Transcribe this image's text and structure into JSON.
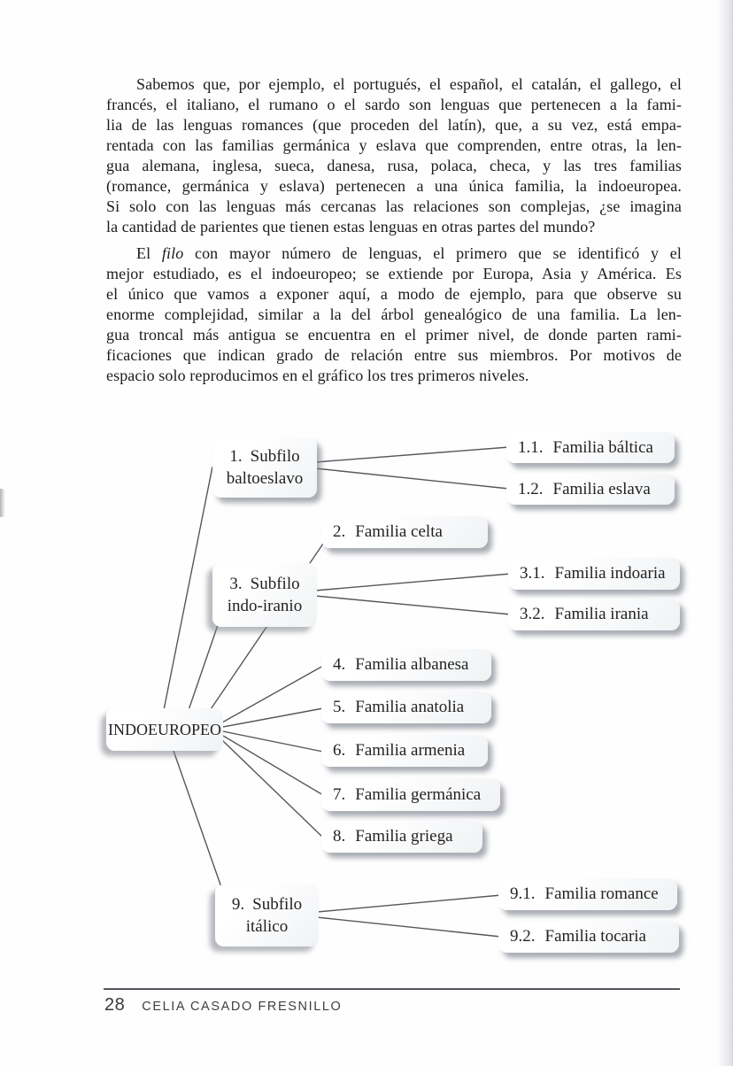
{
  "page": {
    "paragraph1_lines": [
      "Sabemos que, por ejemplo, el portugués, el español, el catalán, el gallego, el",
      "francés, el italiano, el rumano o el sardo son lenguas que pertenecen a la fami-",
      "lia de las lenguas romances (que proceden del latín), que, a su vez, está empa-",
      "rentada con las familias germánica y eslava que comprenden, entre otras, la len-",
      "gua alemana, inglesa, sueca, danesa, rusa, polaca, checa, y las tres familias",
      "(romance, germánica y eslava) pertenecen a una única familia, la indoeuropea.",
      "Si solo con las lenguas más cercanas las relaciones son complejas, ¿se imagina",
      "la cantidad de parientes que tienen estas lenguas en otras partes del mundo?"
    ],
    "paragraph2_first_line": {
      "pre": "El ",
      "italic": "filo",
      "post": " con mayor número de lenguas, el primero que se identificó y el"
    },
    "paragraph2_lines": [
      "mejor estudiado, es el indoeuropeo; se extiende por Europa, Asia y América. Es",
      "el único que vamos a exponer aquí, a modo de ejemplo, para que observe su",
      "enorme complejidad, similar a la del árbol genealógico de una familia. La len-",
      "gua troncal más antigua se encuentra en el primer nivel, de donde parten rami-",
      "ficaciones que indican grado de relación entre sus miembros. Por motivos de",
      "espacio solo reproducimos en el gráfico los tres primeros niveles."
    ],
    "footer": {
      "page_number": "28",
      "author": "CELIA CASADO FRESNILLO"
    }
  },
  "diagram": {
    "nodes": {
      "root": {
        "label": "INDOEUROPEO"
      },
      "s1": {
        "num": "1.",
        "type": "Subfilo",
        "name": "baltoeslavo"
      },
      "f11": {
        "num": "1.1.",
        "label": "Familia báltica"
      },
      "f12": {
        "num": "1.2.",
        "label": "Familia eslava"
      },
      "f2": {
        "num": "2.",
        "label": "Familia celta"
      },
      "s3": {
        "num": "3.",
        "type": "Subfilo",
        "name": "indo-iranio"
      },
      "f31": {
        "num": "3.1.",
        "label": "Familia indoaria"
      },
      "f32": {
        "num": "3.2.",
        "label": "Familia irania"
      },
      "f4": {
        "num": "4.",
        "label": "Familia albanesa"
      },
      "f5": {
        "num": "5.",
        "label": "Familia anatolia"
      },
      "f6": {
        "num": "6.",
        "label": "Familia armenia"
      },
      "f7": {
        "num": "7.",
        "label": "Familia germánica"
      },
      "f8": {
        "num": "8.",
        "label": "Familia griega"
      },
      "s9": {
        "num": "9.",
        "type": "Subfilo",
        "name": "itálico"
      },
      "f91": {
        "num": "9.1.",
        "label": "Familia romance"
      },
      "f92": {
        "num": "9.2.",
        "label": "Familia tocaria"
      }
    },
    "edges": [
      [
        "root",
        "s1"
      ],
      [
        "root",
        "f2"
      ],
      [
        "root",
        "s3"
      ],
      [
        "root",
        "f4"
      ],
      [
        "root",
        "f5"
      ],
      [
        "root",
        "f6"
      ],
      [
        "root",
        "f7"
      ],
      [
        "root",
        "f8"
      ],
      [
        "root",
        "s9"
      ],
      [
        "s1",
        "f11"
      ],
      [
        "s1",
        "f12"
      ],
      [
        "s3",
        "f31"
      ],
      [
        "s3",
        "f32"
      ],
      [
        "s9",
        "f91"
      ],
      [
        "s9",
        "f92"
      ]
    ]
  }
}
